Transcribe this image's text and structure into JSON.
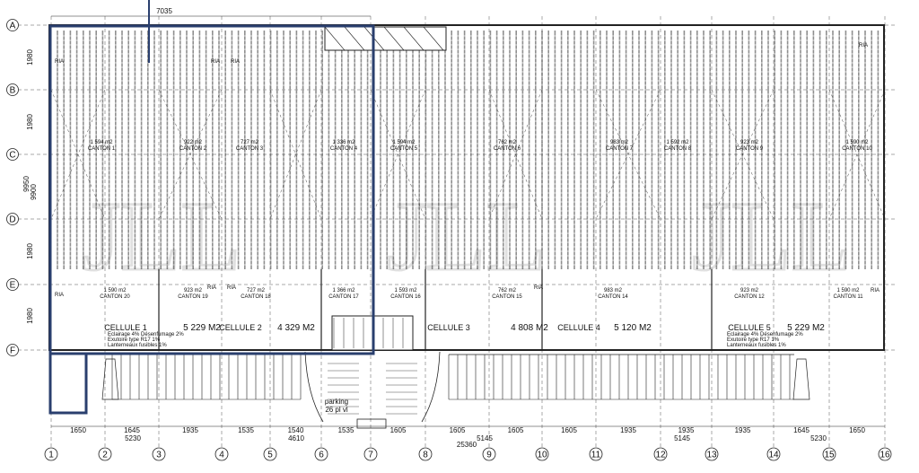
{
  "grid": {
    "rows": [
      "A",
      "B",
      "C",
      "D",
      "E",
      "F"
    ],
    "columns": [
      "1",
      "2",
      "3",
      "4",
      "5",
      "6",
      "7",
      "8",
      "9",
      "10",
      "11",
      "12",
      "13",
      "14",
      "15",
      "16"
    ]
  },
  "dimensions": {
    "top_label": "7035",
    "left_labels": [
      "1980",
      "1980",
      "9950",
      "9900",
      "1980",
      "1980"
    ],
    "bottom_row1": [
      "1650",
      "1645",
      "1935",
      "1535",
      "1540",
      "1535",
      "1605",
      "1605",
      "1605",
      "1605",
      "1935",
      "1935",
      "1935",
      "1645",
      "1650"
    ],
    "bottom_row2": [
      "5230",
      "4610",
      "5145",
      "5145",
      "5230"
    ],
    "bottom_total": "25360"
  },
  "cells": [
    {
      "name": "CELLULE 1",
      "area": "5 229 M2"
    },
    {
      "name": "CELLULE 2",
      "area": "4 329 M2"
    },
    {
      "name": "CELLULE 3",
      "area": "4 808 M2"
    },
    {
      "name": "CELLULE 4",
      "area": "5 120 M2"
    },
    {
      "name": "CELLULE 5",
      "area": "5 229 M2"
    }
  ],
  "cantons": [
    {
      "label": "1 590 m2",
      "canton": "CANTON 20"
    },
    {
      "label": "923 m2",
      "canton": "CANTON 19"
    },
    {
      "label": "727 m2",
      "canton": "CANTON 18"
    },
    {
      "label": "1 366 m2",
      "canton": "CANTON 17"
    },
    {
      "label": "1 593 m2",
      "canton": "CANTON 16"
    },
    {
      "label": "762 m2",
      "canton": "CANTON 15"
    },
    {
      "label": "983 m2",
      "canton": "CANTON 14"
    },
    {
      "label": "923 m2",
      "canton": "CANTON 12"
    },
    {
      "label": "1 590 m2",
      "canton": "CANTON 11"
    }
  ],
  "upper_cantons": [
    {
      "label": "1 594 m2",
      "canton": "CANTON 1"
    },
    {
      "label": "922 m2",
      "canton": "CANTON 2"
    },
    {
      "label": "727 m2",
      "canton": "CANTON 3"
    },
    {
      "label": "1 336 m2",
      "canton": "CANTON 4"
    },
    {
      "label": "1 594 m2",
      "canton": "CANTON 5"
    },
    {
      "label": "762 m2",
      "canton": "CANTON 6"
    },
    {
      "label": "983 m2",
      "canton": "CANTON 7"
    },
    {
      "label": "1 592 m2",
      "canton": "CANTON 8"
    },
    {
      "label": "923 m2",
      "canton": "CANTON 9"
    },
    {
      "label": "1 590 m2",
      "canton": "CANTON 10"
    }
  ],
  "notes": {
    "line1": "Eclairage 4%  Désenfumage 2%",
    "line2": "Exutoire type R17  1%",
    "line3": "Lanterneaux fusibles 1%"
  },
  "ria_label": "RIA",
  "parking": {
    "label": "parking",
    "spaces": "26 pl vl"
  },
  "watermark": "JLL",
  "colors": {
    "highlight": "#2a3f6e",
    "line": "#222222",
    "grid": "#555555"
  }
}
